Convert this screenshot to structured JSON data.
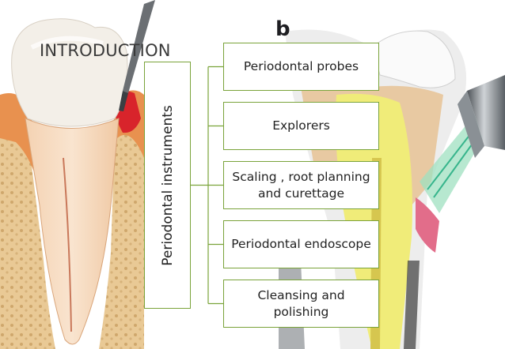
{
  "slide": {
    "title": "INTRODUCTION",
    "figure_letter": "b"
  },
  "diagram": {
    "root": "Periodontal instruments",
    "children": [
      "Periodontal probes",
      "Explorers",
      "Scaling , root planning and curettage",
      "Periodontal endoscope",
      "Cleansing and polishing"
    ]
  },
  "colors": {
    "box_border": "#7aa33a",
    "connector": "#7aa33a",
    "gum": "#d8242b",
    "enamel": "#f3efe8",
    "bone": "#e6c58f",
    "tooth_yellow": "#f0ec79"
  }
}
